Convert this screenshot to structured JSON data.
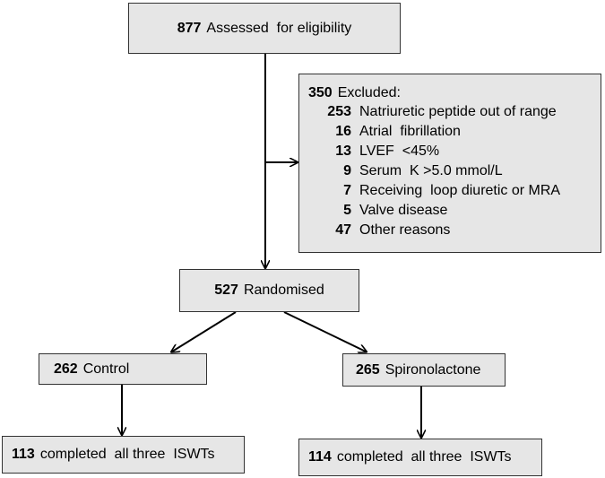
{
  "assessed": {
    "number": "877",
    "label": "Assessed  for eligibility"
  },
  "excluded": {
    "number": "350",
    "label": "Excluded:",
    "reasons": [
      {
        "number": "253",
        "label": "Natriuretic peptide out of range"
      },
      {
        "number": "16",
        "label": "Atrial  fibrillation"
      },
      {
        "number": "13",
        "label": "LVEF  <45%"
      },
      {
        "number": "9",
        "label": "Serum  K >5.0 mmol/L"
      },
      {
        "number": "7",
        "label": "Receiving  loop diuretic or MRA"
      },
      {
        "number": "5",
        "label": "Valve disease"
      },
      {
        "number": "47",
        "label": "Other reasons"
      }
    ]
  },
  "randomised": {
    "number": "527",
    "label": "Randomised"
  },
  "control": {
    "number": "262",
    "label": "Control"
  },
  "spironolactone": {
    "number": "265",
    "label": "Spironolactone"
  },
  "control_completed": {
    "number": "113",
    "label": "completed  all three  ISWTs"
  },
  "spiro_completed": {
    "number": "114",
    "label": "completed  all three  ISWTs"
  },
  "colors": {
    "box_fill": "#e6e6e6",
    "box_border": "#333333",
    "arrow": "#000000"
  }
}
